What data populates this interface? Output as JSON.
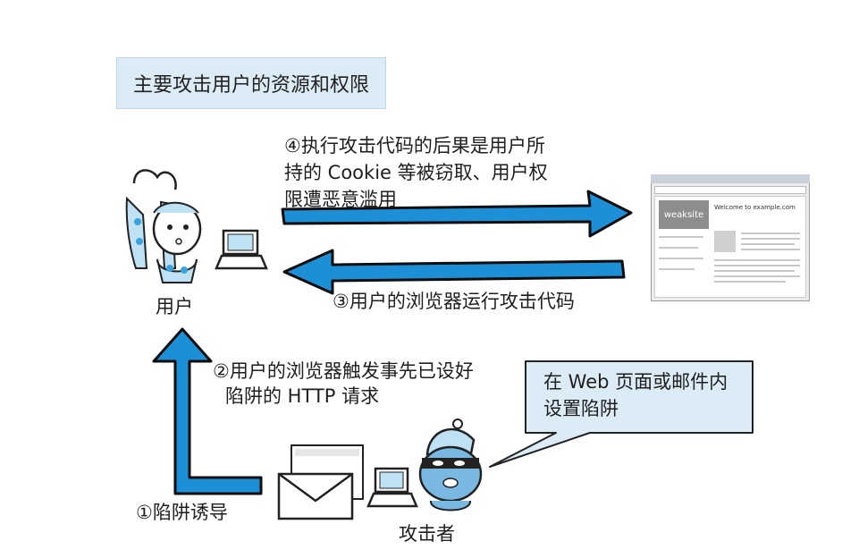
{
  "title": "主要攻击用户的资源和权限",
  "step4": [
    "④执行攻击代码的后果是用户所",
    "持的 Cookie 等被窃取、用户权",
    "限遭恶意滥用"
  ],
  "step3": "③用户的浏览器运行攻击代码",
  "step2": [
    "②用户的浏览器触发事先已设好",
    "陷阱的 HTTP 请求"
  ],
  "step1": "①陷阱诱导",
  "user_label": "用户",
  "attacker_label": "攻击者",
  "callout": [
    "在 Web 页面或邮件内",
    "设置陷阱"
  ],
  "browser": {
    "site_name": "weaksite",
    "welcome": "Welcome to example.com"
  },
  "colors": {
    "arrow": "#1d8fd6",
    "arrow_outline": "#0d0d0d",
    "title_bg": "#dcecf7"
  },
  "icons": [
    "user-character-icon",
    "laptop-icon",
    "browser-window-icon",
    "envelope-icon",
    "attacker-character-icon",
    "speech-bubble-icon"
  ]
}
